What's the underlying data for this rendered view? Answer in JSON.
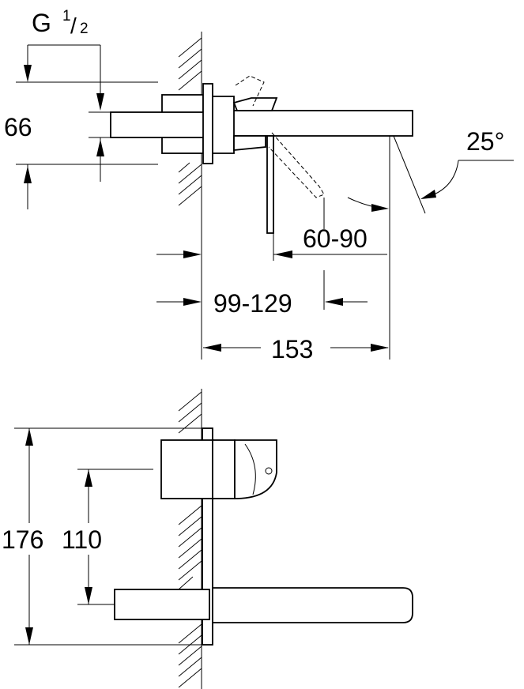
{
  "thread": {
    "letter": "G",
    "numerator": "1",
    "slash": "/",
    "denominator": "2"
  },
  "dimensions": {
    "height_66": "66",
    "angle": "25°",
    "range_60_90": "60-90",
    "range_99_129": "99-129",
    "length_153": "153",
    "height_176": "176",
    "height_110": "110"
  }
}
